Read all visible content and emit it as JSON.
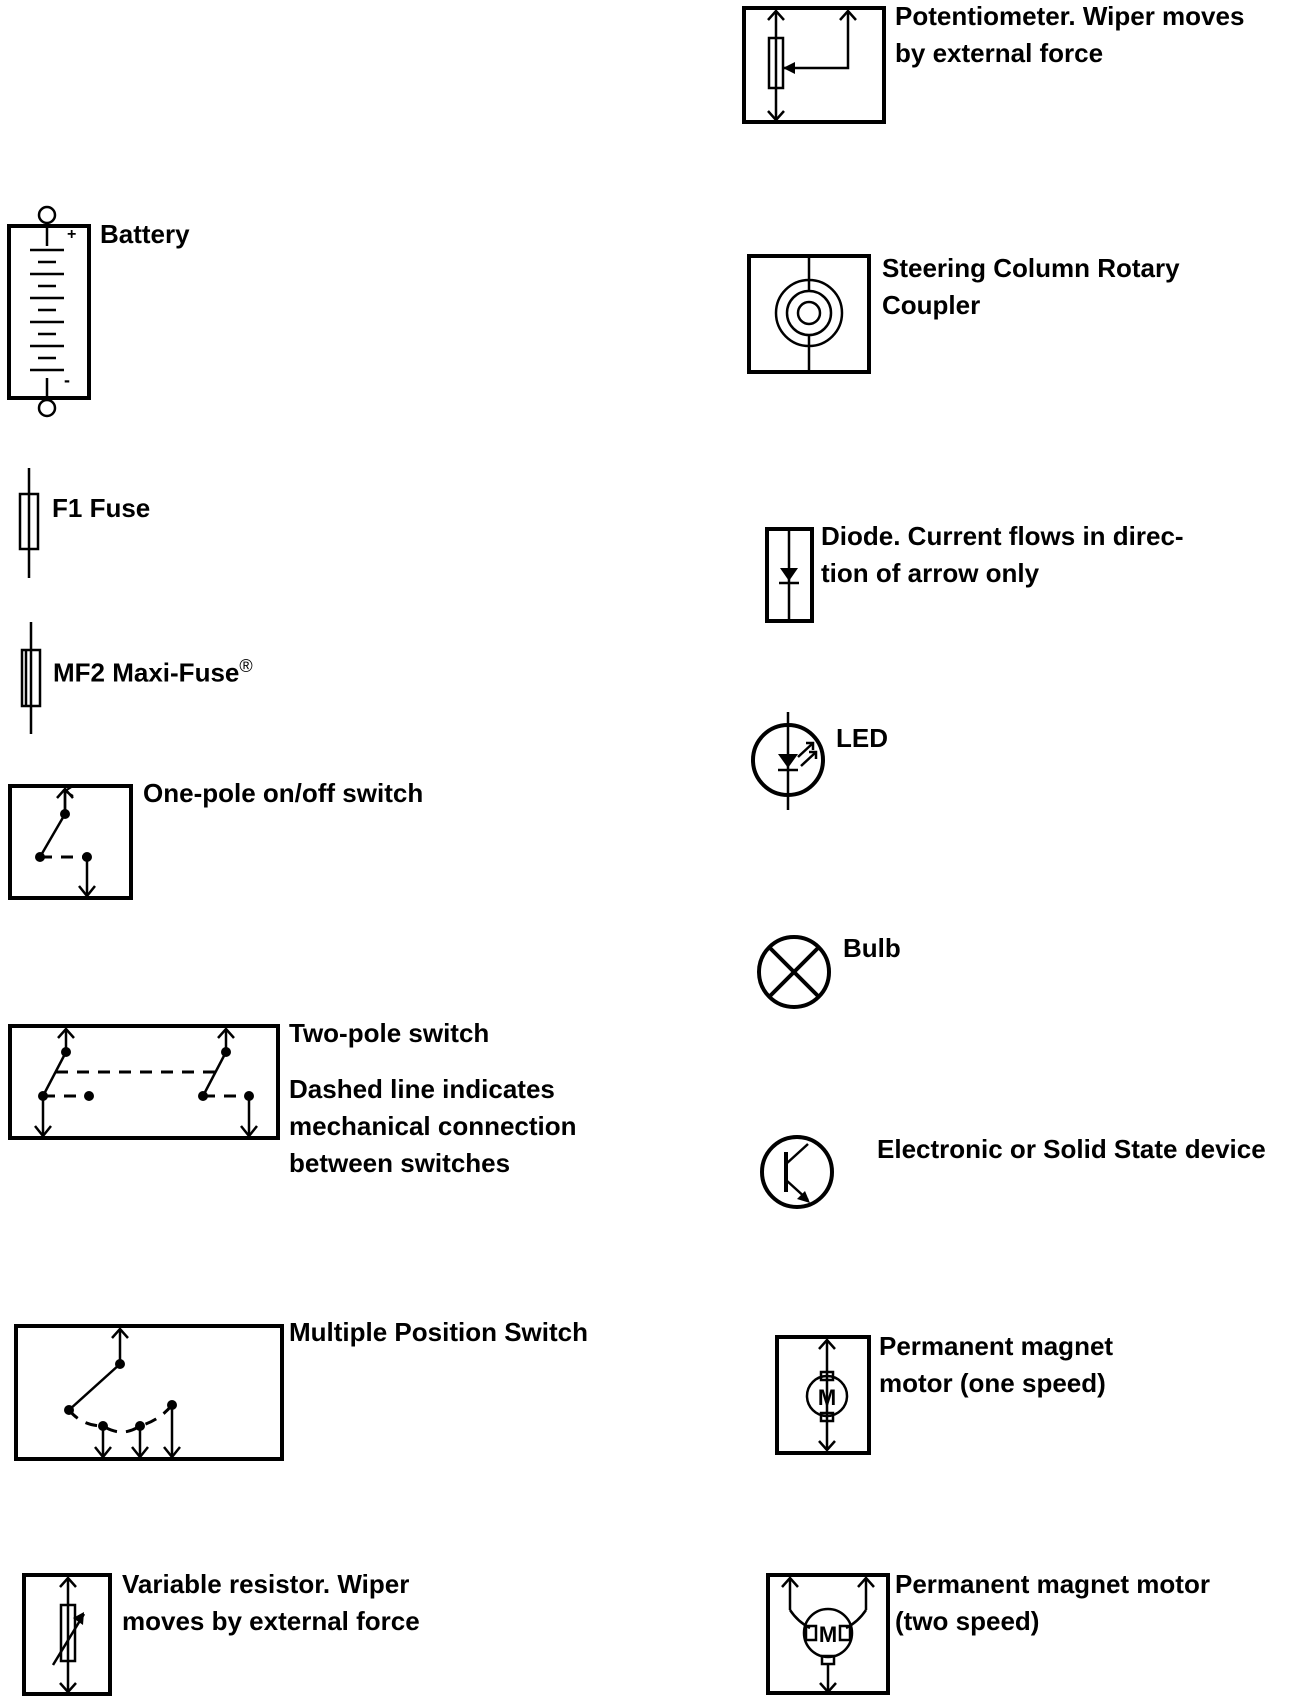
{
  "symbols": {
    "battery": {
      "label": "Battery",
      "plus": "+",
      "minus": "-"
    },
    "f1_fuse": {
      "label": "F1 Fuse"
    },
    "mf2_maxi_fuse": {
      "label": "MF2 Maxi-Fuse",
      "mark": "®"
    },
    "one_pole_switch": {
      "label": "One-pole on/off switch"
    },
    "two_pole_switch": {
      "label": "Two-pole switch",
      "note": [
        "Dashed line indicates",
        "mechanical connection",
        "between switches"
      ]
    },
    "multiple_position_switch": {
      "label": "Multiple Position Switch"
    },
    "variable_resistor": {
      "label": [
        "Variable resistor. Wiper",
        "moves by external force"
      ]
    },
    "potentiometer": {
      "label": [
        "Potentiometer. Wiper moves",
        "by external force"
      ]
    },
    "steering_column_rotary_coupler": {
      "label": [
        "Steering Column Rotary",
        "Coupler"
      ]
    },
    "diode": {
      "label": [
        "Diode. Current flows in direc-",
        "tion of arrow only"
      ]
    },
    "led": {
      "label": "LED"
    },
    "bulb": {
      "label": "Bulb"
    },
    "solid_state_device": {
      "label": "Electronic or Solid State device"
    },
    "pm_motor_one_speed": {
      "label": [
        "Permanent magnet",
        "motor (one speed)"
      ],
      "motor_letter": "M"
    },
    "pm_motor_two_speed": {
      "label": [
        "Permanent magnet motor",
        "(two speed)"
      ],
      "motor_letter": "M"
    }
  }
}
